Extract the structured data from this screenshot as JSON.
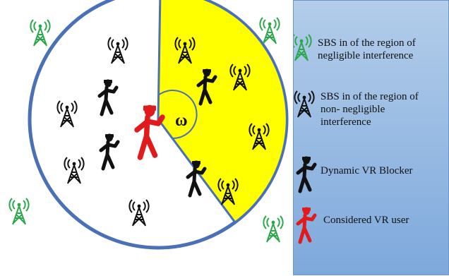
{
  "angle_label": "ω",
  "legend": {
    "sbs_negligible": "SBS in of the region of negligible interference",
    "sbs_non_negligible": "SBS in of the region of non- negligible interference",
    "blocker": "Dynamic VR Blocker",
    "vr_user": "Considered VR user"
  },
  "colors": {
    "sector_fill": "#ffff00",
    "circle_stroke": "#4a70b8",
    "sbs_negligible": "#2aa84a",
    "sbs_non_negligible": "#111111",
    "blocker": "#111111",
    "vr_user": "#e01b1b",
    "legend_bg": "#9bbce4"
  }
}
